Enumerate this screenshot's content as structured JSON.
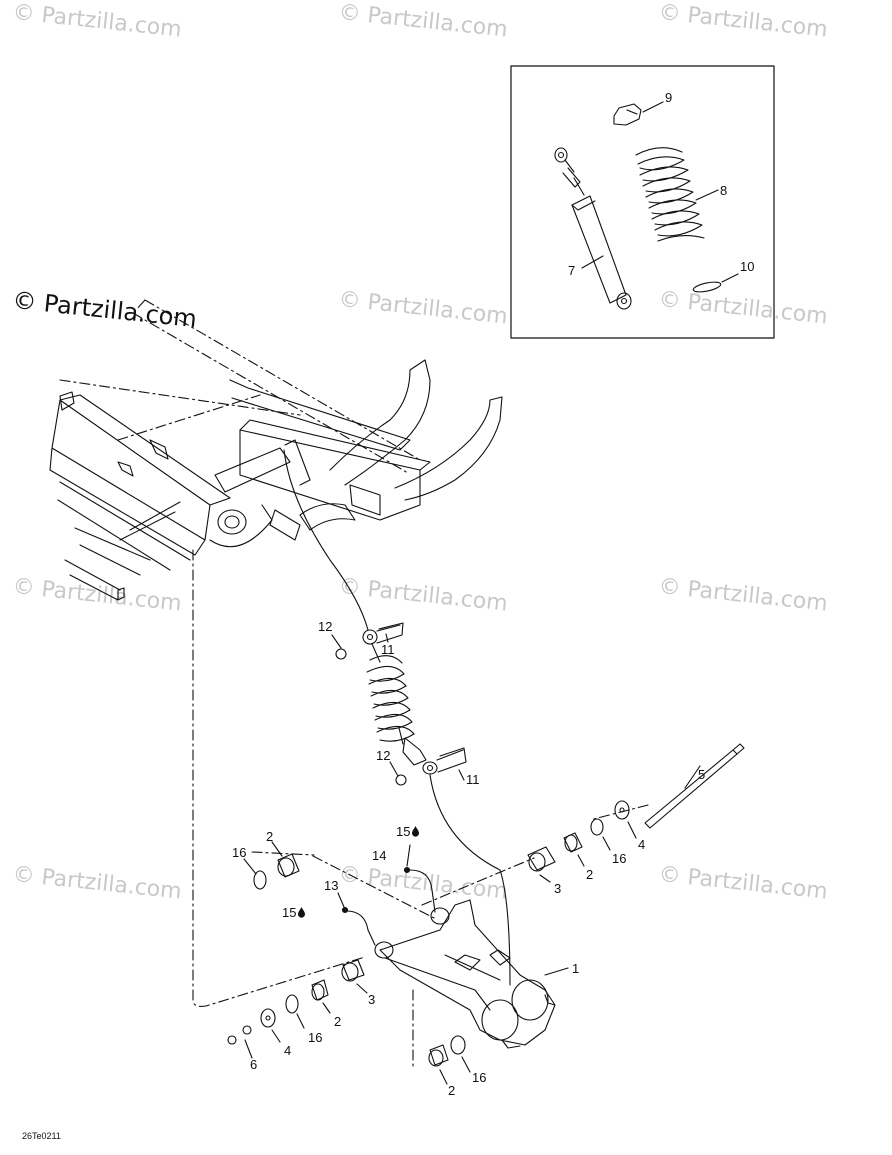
{
  "watermark": {
    "text": "© Partzilla.com"
  },
  "brand": {
    "text": "© Partzilla.com"
  },
  "doc_id": "26Te0211",
  "callouts": {
    "c1": "1",
    "c2a": "2",
    "c2b": "2",
    "c2c": "2",
    "c2d": "2",
    "c3a": "3",
    "c3b": "3",
    "c4a": "4",
    "c4b": "4",
    "c5": "5",
    "c6": "6",
    "c7": "7",
    "c8": "8",
    "c9": "9",
    "c10": "10",
    "c11a": "11",
    "c11b": "11",
    "c12a": "12",
    "c12b": "12",
    "c13": "13",
    "c14": "14",
    "c15a": "15",
    "c15b": "15",
    "c16a": "16",
    "c16b": "16",
    "c16c": "16",
    "c16d": "16"
  },
  "icons": {
    "grease": "oil-drop-icon",
    "copyright": "copyright-icon"
  }
}
